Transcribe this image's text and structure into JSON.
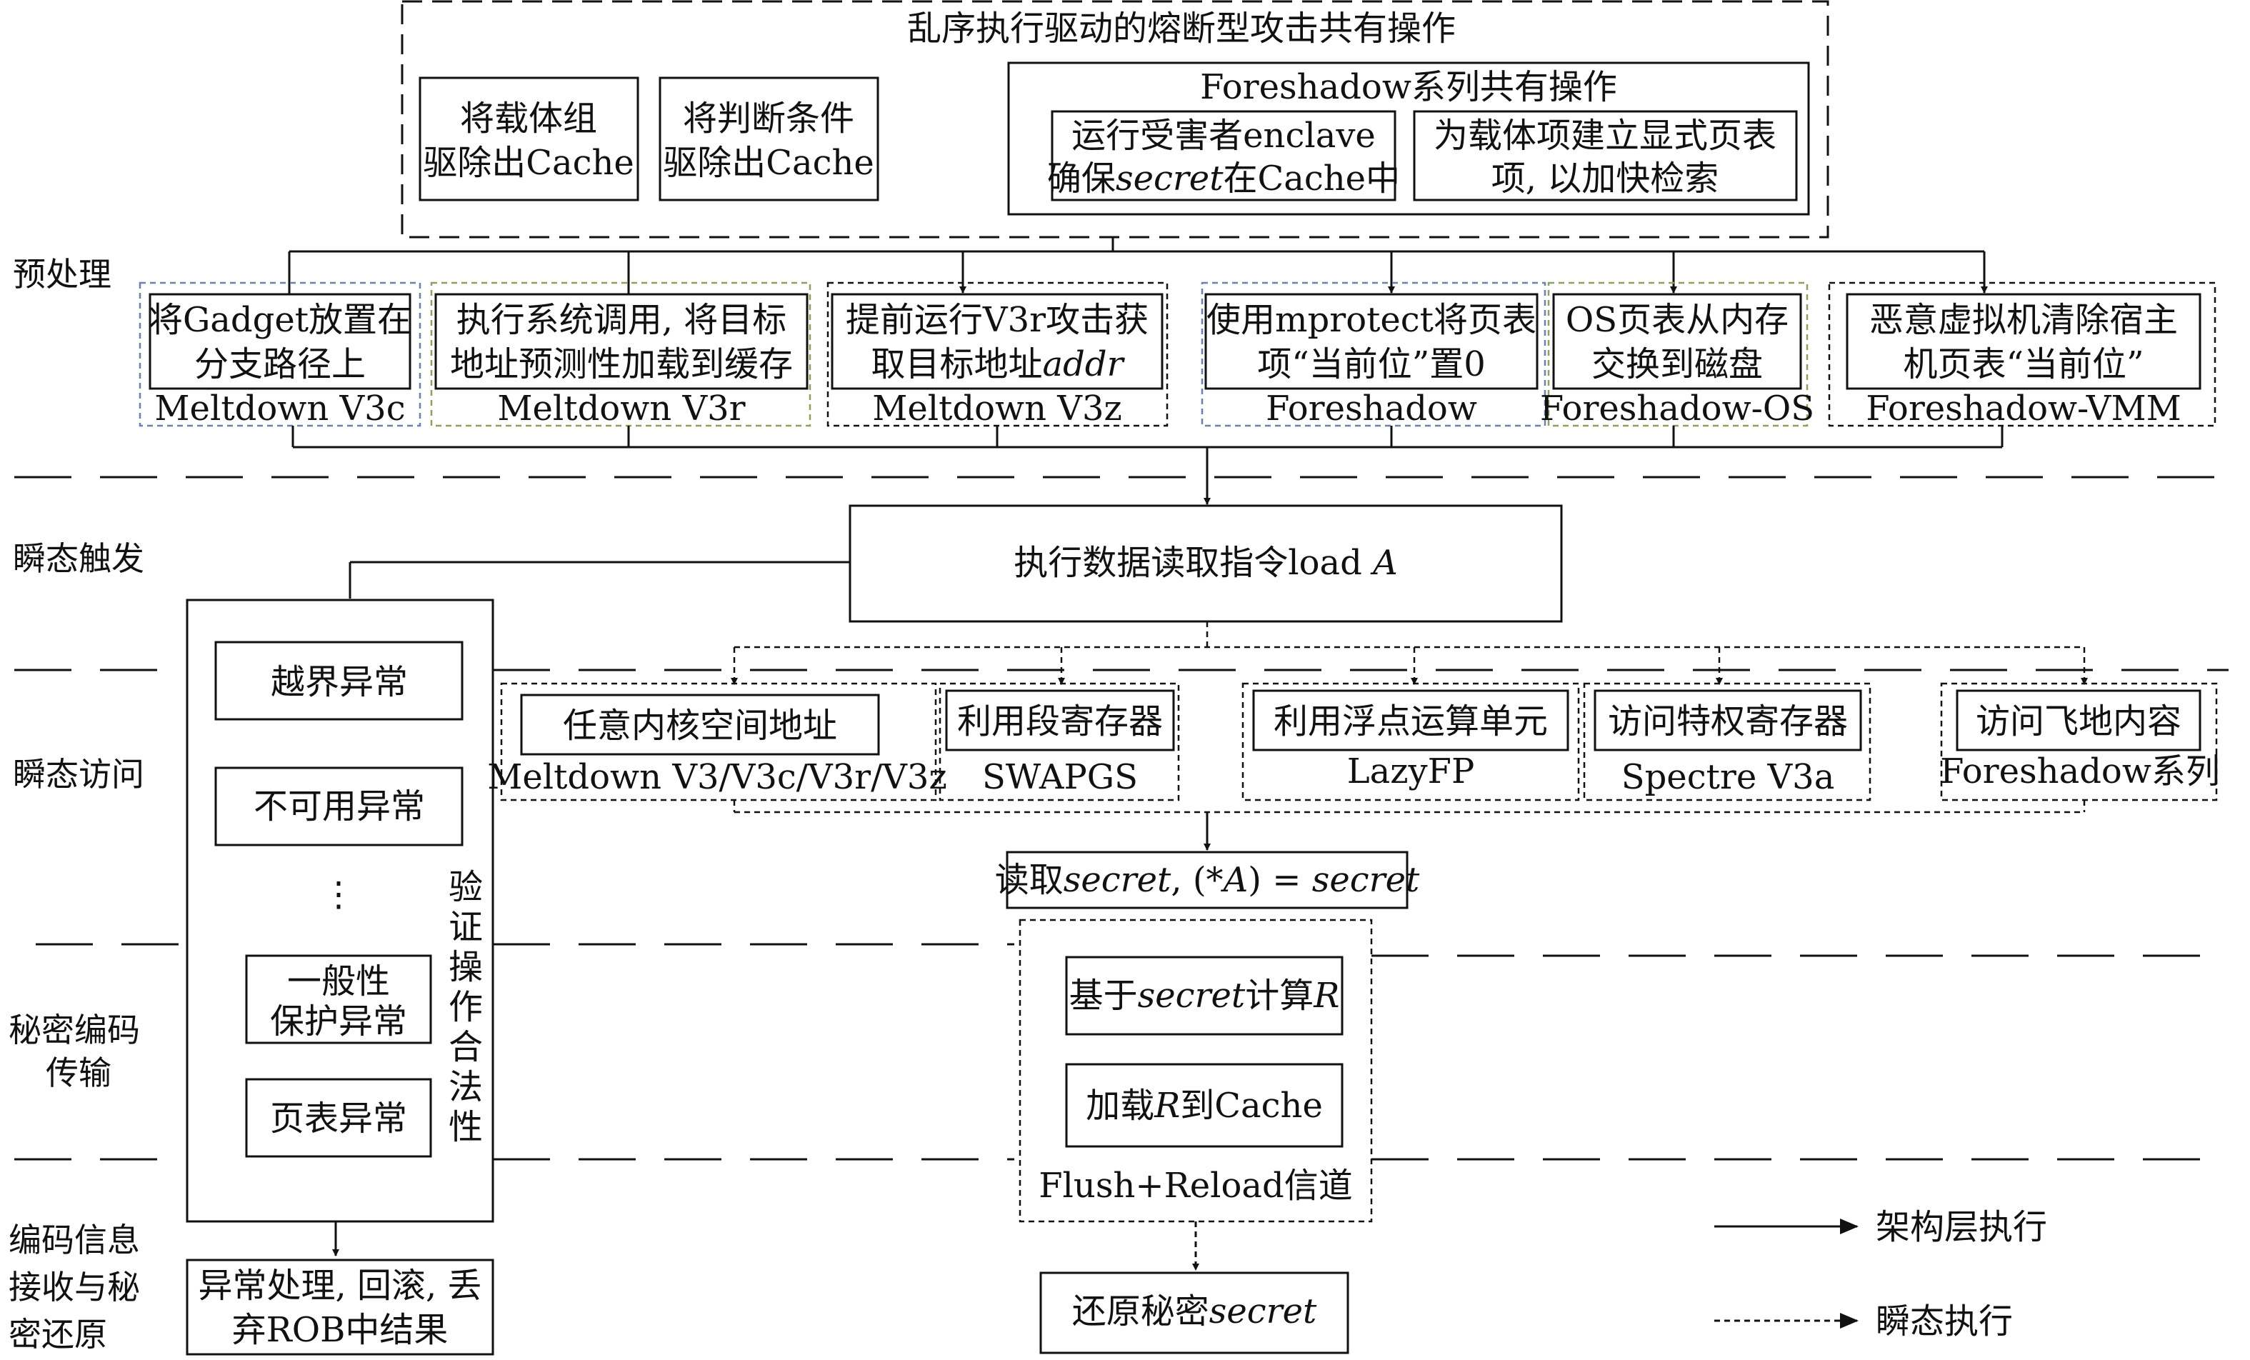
{
  "layers": {
    "preprocess": "预处理",
    "trigger": "瞬态触发",
    "access": "瞬态访问",
    "encode_1": "秘密编码",
    "encode_2": "传输",
    "recv_1": "编码信息",
    "recv_2": "接收与秘",
    "recv_3": "密还原"
  },
  "common": {
    "title": "乱序执行驱动的熔断型攻击共有操作",
    "evict_carrier_1": "将载体组",
    "evict_carrier_2": "驱除出Cache",
    "evict_cond_1": "将判断条件",
    "evict_cond_2": "驱除出Cache",
    "foreshadow_title": "Foreshadow系列共有操作",
    "enclave_1": "运行受害者enclave",
    "enclave_2a": "确保",
    "enclave_2b": "secret",
    "enclave_2c": "在Cache中",
    "pte_1": "为载体项建立显式页表",
    "pte_2": "项, 以加快检索"
  },
  "variants": [
    {
      "line1": "将Gadget放置在",
      "line2": "分支路径上",
      "name": "Meltdown V3c"
    },
    {
      "line1": "执行系统调用, 将目标",
      "line2": "地址预测性加载到缓存",
      "name": "Meltdown V3r"
    },
    {
      "line1": "提前运行V3r攻击获",
      "line2a": "取目标地址",
      "line2b": "addr",
      "name": "Meltdown V3z"
    },
    {
      "line1": "使用mprotect将页表",
      "line2": "项“当前位”置0",
      "name": "Foreshadow"
    },
    {
      "line1": "OS页表从内存",
      "line2": "交换到磁盘",
      "name": "Foreshadow-OS"
    },
    {
      "line1": "恶意虚拟机清除宿主",
      "line2": "机页表“当前位”",
      "name": "Foreshadow-VMM"
    }
  ],
  "trigger": {
    "text_a": "执行数据读取指令load ",
    "text_b": "A"
  },
  "validation": {
    "ex1": "越界异常",
    "ex2": "不可用异常",
    "dots": "⋮",
    "ex3_1": "一般性",
    "ex3_2": "保护异常",
    "ex4": "页表异常",
    "vertical": [
      "验",
      "证",
      "操",
      "作",
      "合",
      "法",
      "性"
    ]
  },
  "access": [
    {
      "label": "任意内核空间地址",
      "name": "Meltdown V3/V3c/V3r/V3z"
    },
    {
      "label": "利用段寄存器",
      "name": "SWAPGS"
    },
    {
      "label": "利用浮点运算单元",
      "name": "LazyFP"
    },
    {
      "label": "访问特权寄存器",
      "name": "Spectre V3a"
    },
    {
      "label": "访问飞地内容",
      "name": "Foreshadow系列"
    }
  ],
  "read": {
    "a": "读取",
    "b": "secret",
    "c": ", (*",
    "d": "A",
    "e": ") = ",
    "f": "secret"
  },
  "encode": {
    "calc_a": "基于",
    "calc_b": "secret",
    "calc_c": "计算",
    "calc_d": "R",
    "load_a": "加载",
    "load_b": "R",
    "load_c": "到Cache",
    "channel": "Flush+Reload信道"
  },
  "exception_handling": {
    "line1": "异常处理, 回滚, 丢",
    "line2": "弃ROB中结果"
  },
  "restore": {
    "a": "还原秘密",
    "b": "secret"
  },
  "legend": {
    "solid": "架构层执行",
    "dashed": "瞬态执行"
  }
}
